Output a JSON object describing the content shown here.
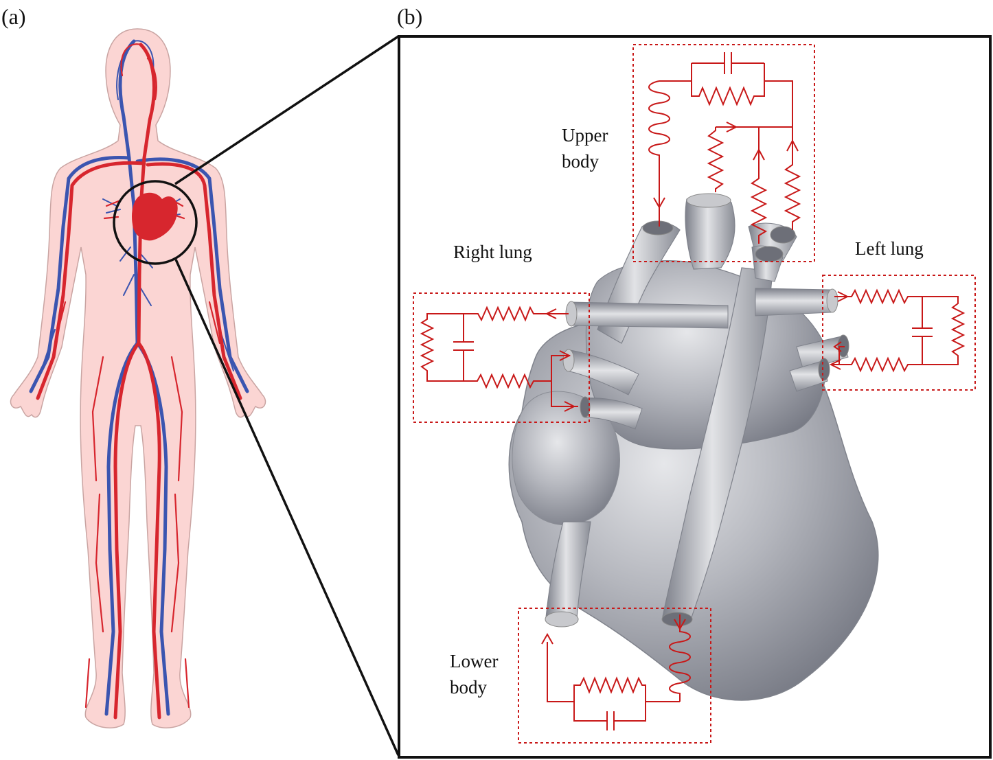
{
  "panels": {
    "a": {
      "label": "(a)"
    },
    "b": {
      "label": "(b)"
    }
  },
  "regions": {
    "upper_body": {
      "line1": "Upper",
      "line2": "body"
    },
    "right_lung": {
      "label": "Right lung"
    },
    "left_lung": {
      "label": "Left lung"
    },
    "lower_body": {
      "line1": "Lower",
      "line2": "body"
    }
  },
  "colors": {
    "artery": "#d7262e",
    "vein": "#3b55b0",
    "skin": "#fbd5d3",
    "circuit": "#c81818",
    "heart_model": "#9fa2ab"
  },
  "icons": [
    "human-body-circulation",
    "heart-3d-model",
    "resistor",
    "capacitor",
    "inductor",
    "flow-arrow"
  ]
}
